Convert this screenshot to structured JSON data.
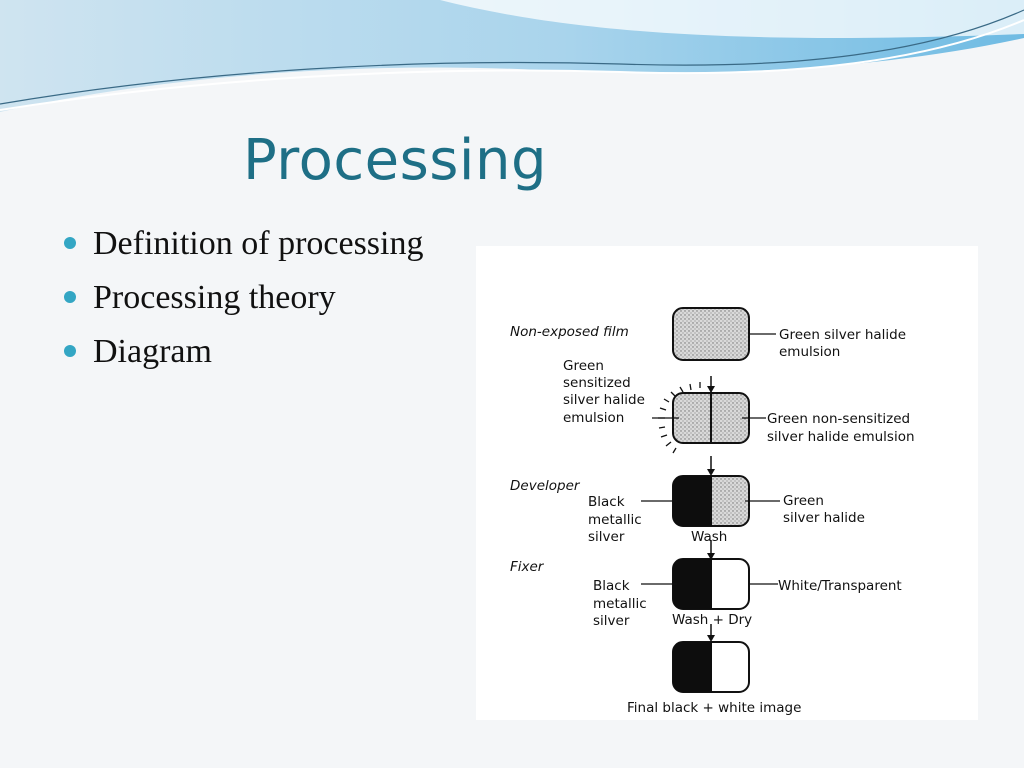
{
  "slide": {
    "title": "Processing",
    "bullets": [
      "Definition of processing",
      "Processing theory",
      "Diagram"
    ]
  },
  "colors": {
    "title": "#1e6f86",
    "bullet_dot": "#33a6c4",
    "header_wave": "#7cc2e6"
  },
  "diagram": {
    "stage_labels": {
      "non_exposed": "Non-exposed film",
      "developer": "Developer",
      "fixer": "Fixer"
    },
    "notes": {
      "green_silver_halide_emulsion": [
        "Green silver halide",
        "emulsion"
      ],
      "green_sensitized": [
        "Green",
        "sensitized",
        "silver halide",
        "emulsion"
      ],
      "green_non_sensitized": [
        "Green non-sensitized",
        "silver halide emulsion"
      ],
      "black_metallic_silver_dev": [
        "Black",
        "metallic",
        "silver"
      ],
      "green_silver_halide": [
        "Green",
        "silver halide"
      ],
      "wash": "Wash",
      "black_metallic_silver_fix": [
        "Black",
        "metallic",
        "silver"
      ],
      "white_transparent": "White/Transparent",
      "wash_dry": "Wash + Dry",
      "final": "Final black + white image"
    }
  }
}
